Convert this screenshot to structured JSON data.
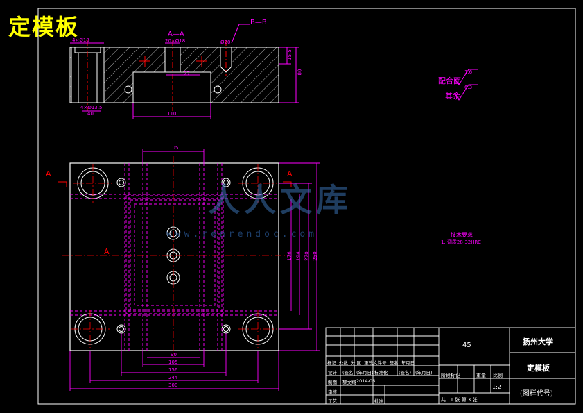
{
  "title": "定模板",
  "views": {
    "section_aa": "A—A",
    "section_bb": "B—B",
    "section_mark": "A"
  },
  "roughness": {
    "mating": "配合面",
    "other": "其余",
    "value_mating": "1.6",
    "value_other": "6.3"
  },
  "tech_req": {
    "heading": "技术要求",
    "item1": "1. 调质28-32HRC"
  },
  "dims_top": {
    "d1": "4×Ø18",
    "d2": "20×Ø18",
    "d3": "4×Ø13.5",
    "d4": "40",
    "d5": "110",
    "d6": "80",
    "d7": "15.5",
    "d8": "Ø20",
    "d9": "27"
  },
  "dims_main": {
    "w_top": "105",
    "w_bottom": "300",
    "w_244": "244",
    "w_156": "156",
    "w_105b": "105",
    "w_90": "90",
    "h_250": "250",
    "h_270": "270",
    "h_194": "194",
    "h_176": "176"
  },
  "title_block": {
    "material": "45",
    "school": "扬州大学",
    "part_name": "定模板",
    "drawing_no": "(图样代号)",
    "scale": "1:2",
    "stage": "阶段标记",
    "weight": "重量",
    "scale_label": "比例",
    "sheet": "共 11 张 第 3 张",
    "row_labels": [
      "标记",
      "处数",
      "分  区",
      "更改文件号",
      "签名",
      "年月日"
    ],
    "design": "设计",
    "design_sig": "(签名)",
    "design_date": "(年月日)",
    "std": "标准化",
    "std_sig": "(签名)",
    "std_date": "(年月日)",
    "draw": "制图",
    "drawer": "黎文翔",
    "draw_date": "2014-06",
    "review": "审核",
    "craft": "工艺",
    "approve": "批准"
  },
  "watermark": {
    "text": "人人文库",
    "url": "www.renrendoc.com"
  },
  "colors": {
    "outline": "#ffffff",
    "dim": "#ff00ff",
    "center": "#ff0000",
    "title": "#ffff00",
    "watermark": "#3a6fb0"
  }
}
